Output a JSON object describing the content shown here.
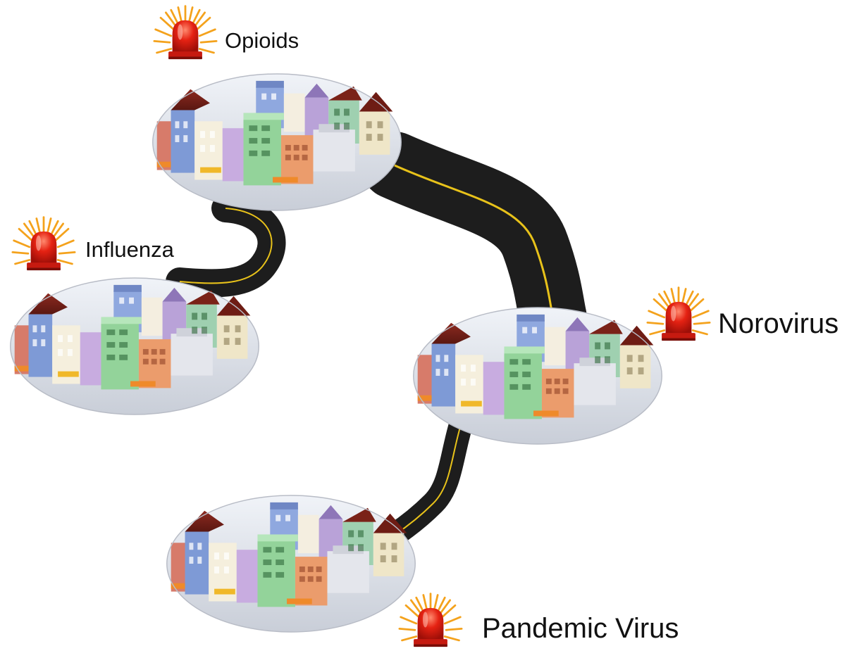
{
  "labels": {
    "opioids": "Opioids",
    "influenza": "Influenza",
    "norovirus": "Norovirus",
    "pandemic": "Pandemic Virus"
  },
  "icons": {
    "alarm": "alarm-beacon-icon",
    "town": "town-illustration"
  },
  "colors": {
    "road": "#1d1d1d",
    "road_edge": "#ffffff",
    "road_line": "#e8c21a",
    "beacon": "#e52213",
    "glow": "#f4a21c",
    "ground": "#dfe3ea"
  }
}
